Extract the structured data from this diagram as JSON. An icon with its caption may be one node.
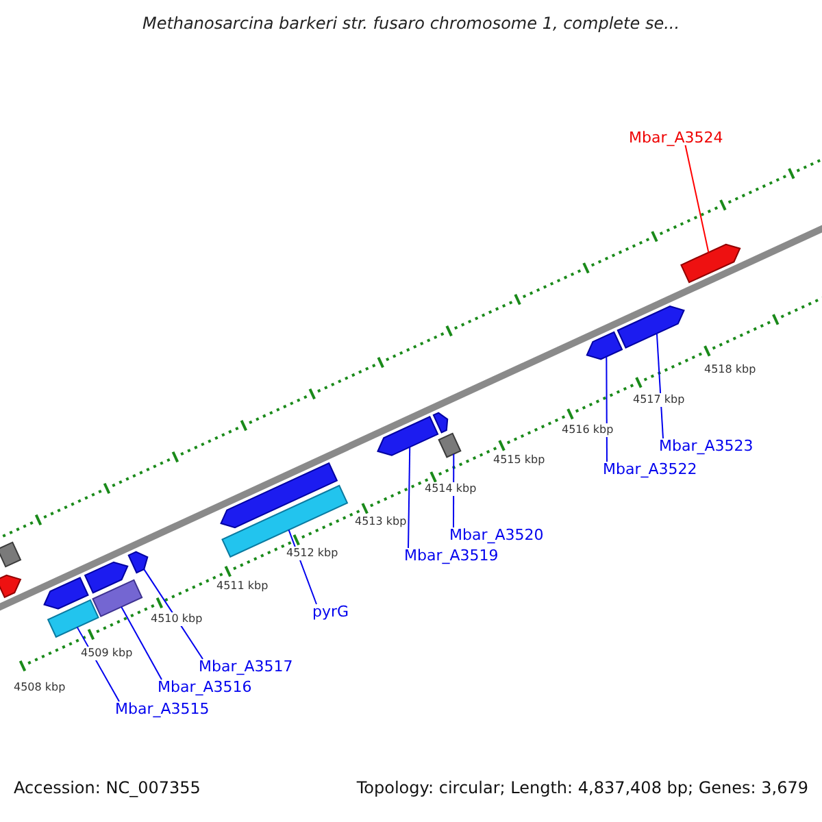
{
  "diagram": {
    "title": "Methanosarcina barkeri str. fusaro chromosome 1, complete se...",
    "nodes": [
      {
        "text": [
          "Mbar_A3524"
        ]
      },
      {
        "text": [
          "Mbar_A3523"
        ]
      },
      {
        "text": [
          "Mbar_A3522"
        ]
      },
      {
        "text": [
          "Mbar_A3520"
        ]
      },
      {
        "text": [
          "Mbar_A3519"
        ]
      },
      {
        "text": [
          "pyrG"
        ]
      },
      {
        "text": [
          "Mbar_A3517"
        ]
      },
      {
        "text": [
          "Mbar_A3516"
        ]
      },
      {
        "text": [
          "Mbar_A3515"
        ]
      },
      {
        "text": [],
        "shape": "box"
      },
      {
        "text": [],
        "shape": "pentagon"
      },
      {
        "text": [],
        "shape": "pentagon"
      },
      {
        "text": [],
        "shape": "box"
      },
      {
        "text": [],
        "shape": "pentagon"
      },
      {
        "text": [],
        "shape": "box"
      },
      {
        "text": [],
        "shape": "pentagon"
      },
      {
        "text": [],
        "shape": "pentagon"
      },
      {
        "text": [],
        "shape": "box"
      },
      {
        "text": [],
        "shape": "pentagon"
      },
      {
        "text": [],
        "shape": "pentagon"
      },
      {
        "text": [],
        "shape": "box"
      },
      {
        "text": [],
        "shape": "pentagon"
      },
      {
        "text": [],
        "shape": "pentagon"
      },
      {
        "text": [],
        "shape": "pentagon"
      }
    ],
    "edges": [
      {
        "from": 0,
        "to": 23,
        "arrow": "none",
        "color": "#ff0000"
      },
      {
        "from": 1,
        "to": 22,
        "arrow": "none"
      },
      {
        "from": 2,
        "to": 21,
        "arrow": "none"
      },
      {
        "from": 3,
        "to": 20,
        "arrow": "none"
      },
      {
        "from": 4,
        "to": 18,
        "arrow": "none"
      },
      {
        "from": 5,
        "to": 17,
        "arrow": "none"
      },
      {
        "from": 6,
        "to": 15,
        "arrow": "none"
      },
      {
        "from": 7,
        "to": 14,
        "arrow": "none"
      },
      {
        "from": 8,
        "to": 12,
        "arrow": "none"
      }
    ],
    "labels": [
      "4508 kbp",
      "4509 kbp",
      "4510 kbp",
      "4511 kbp",
      "4512 kbp",
      "4513 kbp",
      "4514 kbp",
      "4515 kbp",
      "4516 kbp",
      "4517 kbp",
      "4518 kbp",
      "Accession: NC_007355",
      "Topology: circular; Length: 4,837,408 bp; Genes: 3,679"
    ]
  }
}
